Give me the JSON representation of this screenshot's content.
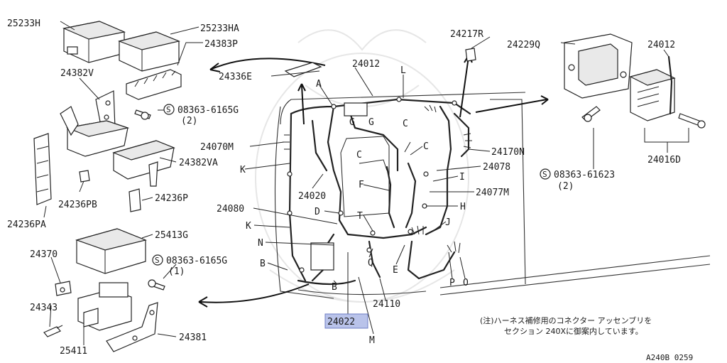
{
  "diagram": {
    "parts": {
      "p25233H": "25233H",
      "p25233HA": "25233HA",
      "p24383P": "24383P",
      "p24382V": "24382V",
      "p24336E": "24336E",
      "p24012a": "24012",
      "pL": "L",
      "p24217R": "24217R",
      "p24229Q": "24229Q",
      "p24012b": "24012",
      "bolt1": "08363-6165G",
      "bolt1qty": "(2)",
      "pA": "A",
      "pG1": "G",
      "pG2": "G",
      "pC1": "C",
      "p24070M": "24070M",
      "p24382VA": "24382VA",
      "pK1": "K",
      "pC2": "C",
      "pC3": "C",
      "p24170N": "24170N",
      "p24078": "24078",
      "p24016D": "24016D",
      "bolt2": "08363-61623",
      "bolt2qty": "(2)",
      "p24236PB": "24236PB",
      "p24020": "24020",
      "pF": "F",
      "pI": "I",
      "p24236P": "24236P",
      "p24077M": "24077M",
      "p24080": "24080",
      "pD": "D",
      "pT": "T",
      "pH": "H",
      "p24236PA": "24236PA",
      "pK2": "K",
      "pJ": "J",
      "p25413G": "25413G",
      "pN": "N",
      "bolt3": "08363-6165G",
      "bolt3qty": "(1)",
      "p24370": "24370",
      "pB1": "B",
      "pQ": "Q",
      "pE": "E",
      "pP": "P",
      "pO": "O",
      "pB2": "B",
      "p24110": "24110",
      "p24343": "24343",
      "p24381": "24381",
      "p24022": "24022",
      "p25411": "25411",
      "pM": "M"
    },
    "note_line1": "(注)ハーネス補修用のコネクター アッセンブリを",
    "note_line2": "セクション 240Xに御案内しています。",
    "ref_code": "A240B 0259",
    "colors": {
      "highlight_fill": "#b9c3ea",
      "ink": "#222222"
    }
  }
}
